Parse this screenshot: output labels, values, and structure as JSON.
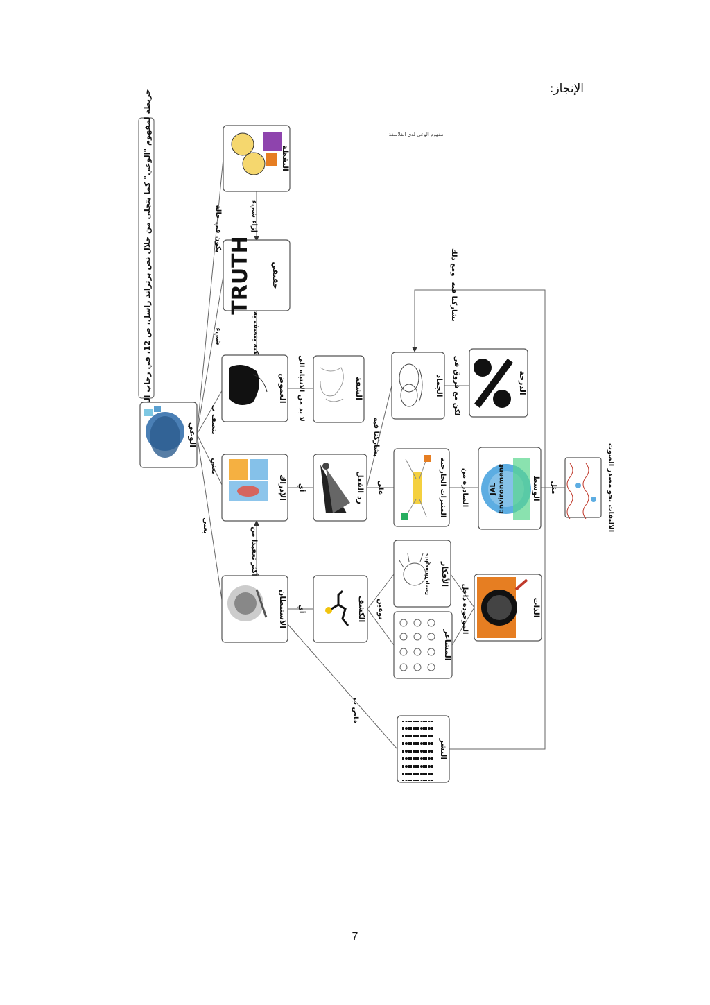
{
  "page": {
    "heading": "الإنجاز:",
    "page_number": "7"
  },
  "diagram": {
    "title": "خريطة لمفهوم \"الوعي\" كما يتجلى من خلال نص برتراند راسل، ص 12، في رحاب الفلسفة",
    "small_note": "مفهوم الوعي لدى الفلاسفة",
    "nodes": {
      "consciousness": "الوعي",
      "awareness": "اليقظة",
      "truth": "حقيقي",
      "obscurity": "الغموض",
      "perception": "الإدراك",
      "introspection": "الاستبطان",
      "attention": "الشفة",
      "reaction": "رد الفعل",
      "discovery": "الكشف",
      "inanimate": "الجماد",
      "external_stimuli": "المثيرات الخارجية",
      "thoughts": "الأفكار",
      "feelings": "المشاعر",
      "degree": "الدرجة",
      "environment": "الوسط",
      "self": "الذات",
      "humans": "البشر",
      "sound_turns": "الالتفات نحو مصدر الصوت"
    },
    "edges": {
      "in_state": "يكون في حالة",
      "of_thing": "إزاء شيء",
      "thing": "شيء",
      "but_described": "لكنه يتصف به",
      "described_by": "يتصف ب",
      "means_1": "يعني",
      "means_2": "يعني",
      "must_attend": "لا بد من الانتباه الى",
      "more_complex": "أكثر تعقيدا من",
      "ie_1": "أي",
      "ie_2": "أي",
      "to": "على",
      "shared_1": "يشاركنا فيه",
      "shared_2": "يشاركنا فيه",
      "and_yet": "ومع ذلك",
      "types": "نوعين",
      "found_within": "الموجودة داخل",
      "issued_from": "الصادرة من",
      "but_difference": "لكن مع فروق في",
      "specific_to": "خاص ب",
      "like": "مثل"
    },
    "image_text": {
      "truth_word": "TRUTH",
      "env_word": "Environment",
      "jal_word": "JAL",
      "thoughts_caption": "Deep Thoughts"
    }
  }
}
